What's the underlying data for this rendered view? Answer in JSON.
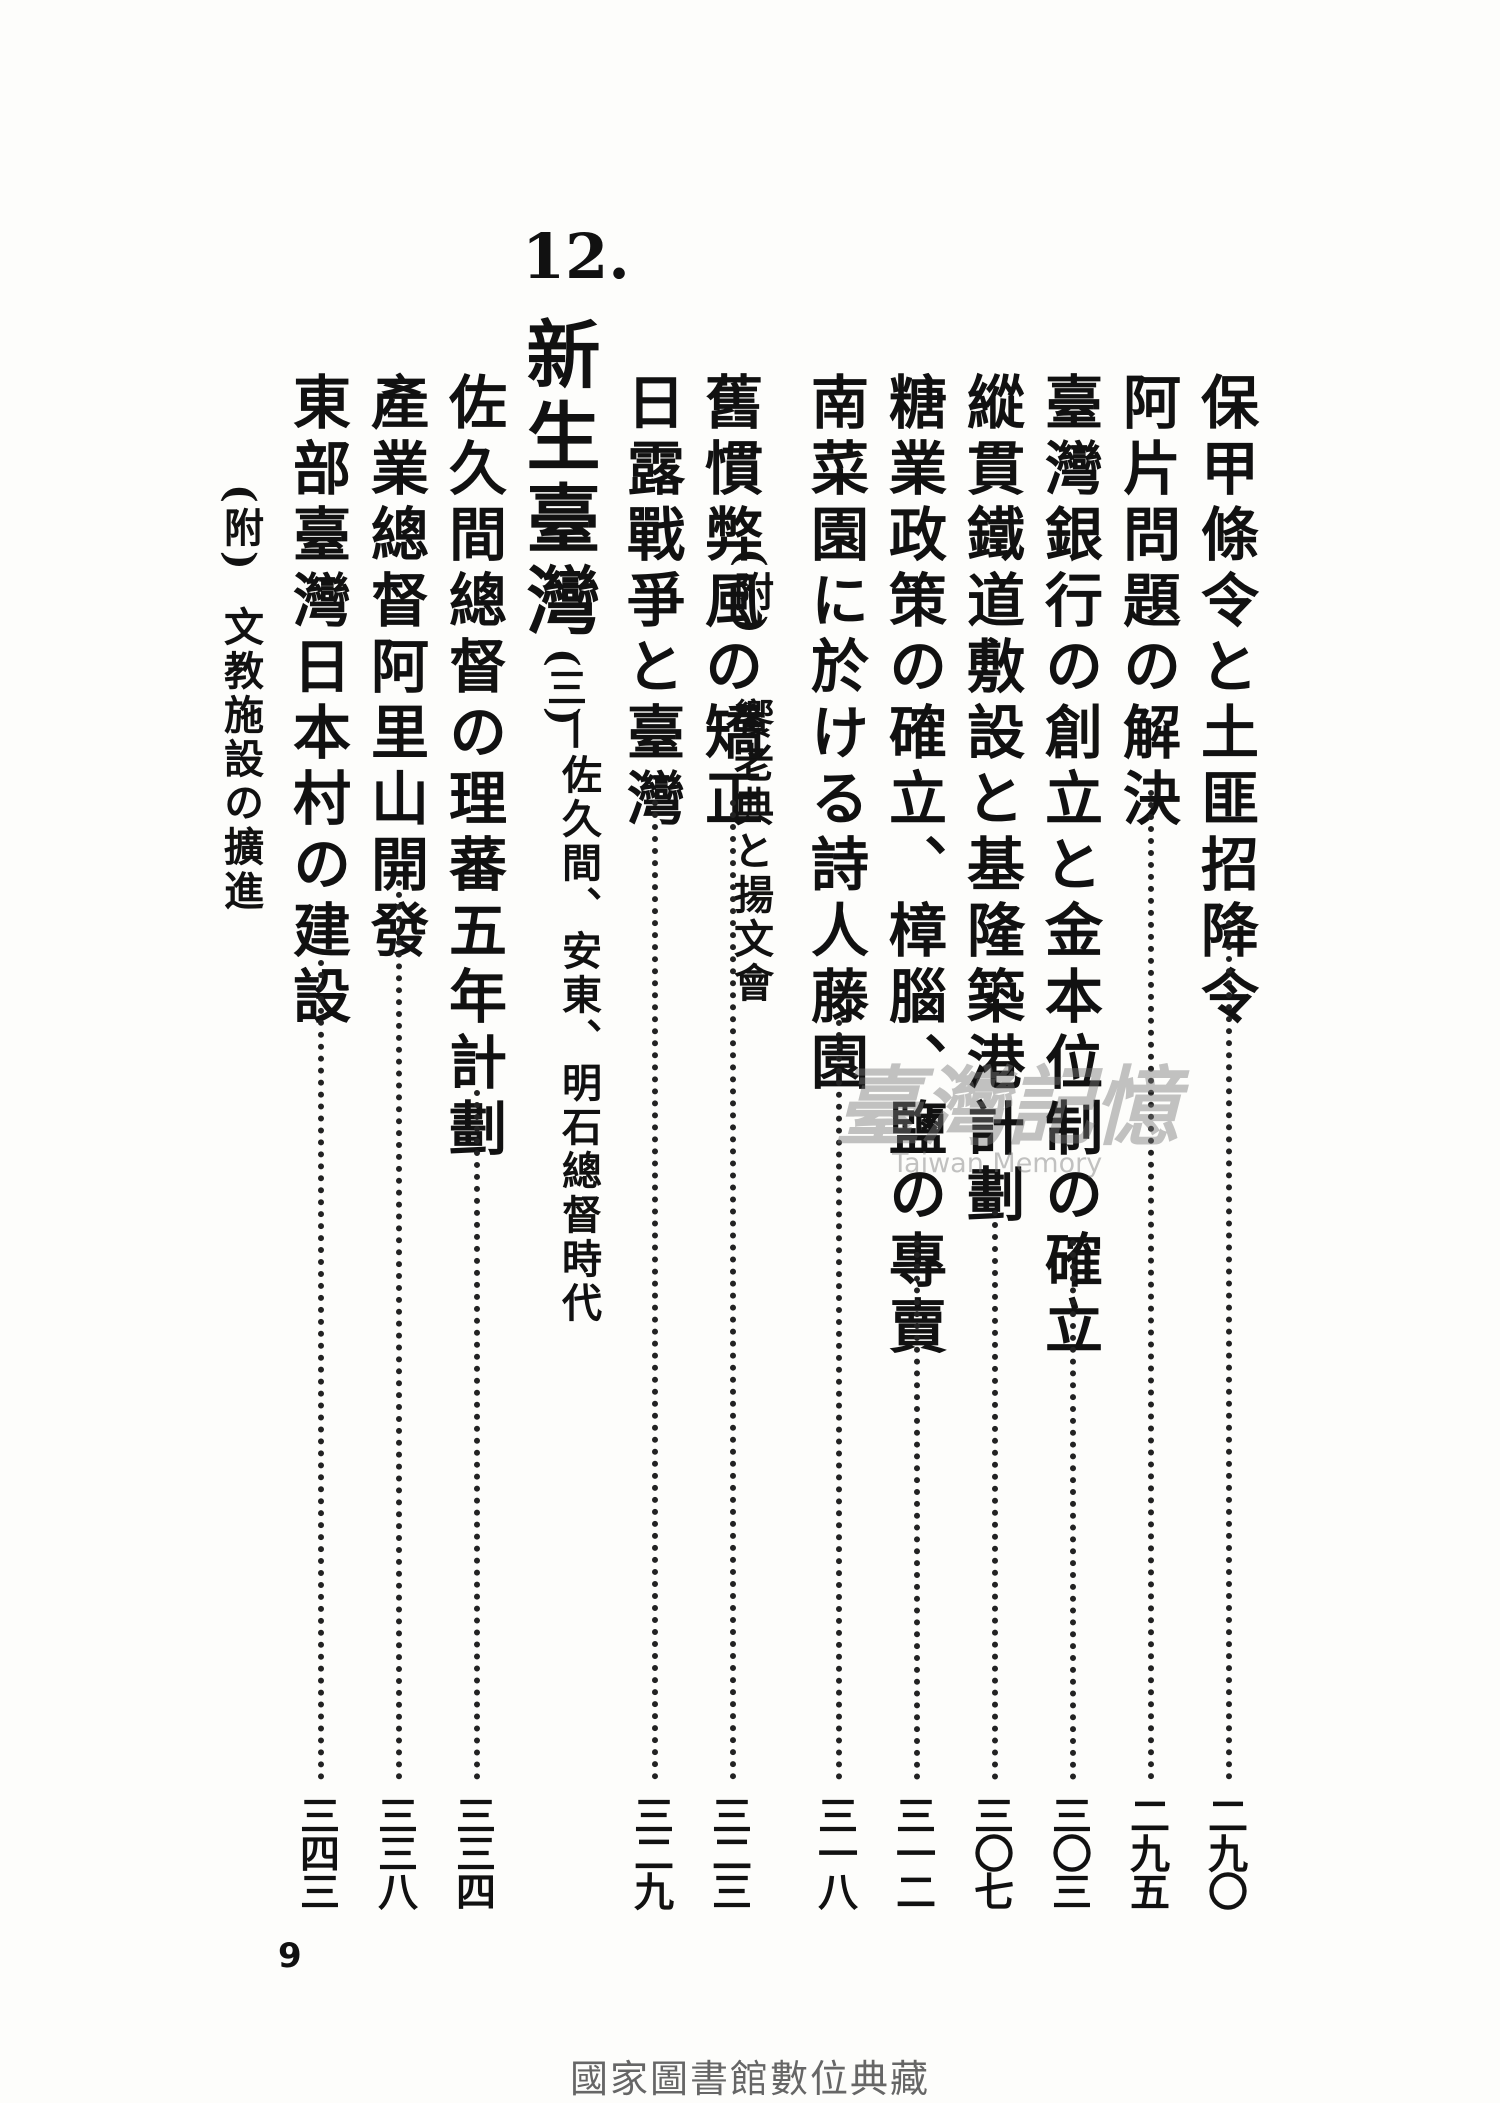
{
  "chapter": {
    "number": "12.",
    "title": "新生臺灣",
    "period_paren": "(三)",
    "period_text": "—佐久間、安東、明石總督時代"
  },
  "entries_before": [
    {
      "title": "保甲條令と土匪招降令",
      "page": "二九〇"
    },
    {
      "title": "阿片問題の解決",
      "page": "二九五"
    },
    {
      "title": "臺灣銀行の創立と金本位制の確立",
      "page": "三〇三"
    },
    {
      "title": "縱貫鐵道敷設と基隆築港計劃",
      "page": "三〇七"
    },
    {
      "title": "糖業政策の確立、樟腦、鹽の專賣",
      "page": "三一二"
    },
    {
      "title": "南菜園に於ける詩人藤園",
      "page": "三一八",
      "sub_prefix": "(附)",
      "sub": "饗老典と揚文會"
    }
  ],
  "entries_after": [
    {
      "title": "舊慣弊風の矯正",
      "page": "三二三"
    },
    {
      "title": "日露戰爭と臺灣",
      "page": "三二九"
    },
    {
      "title": "佐久間總督の理蕃五年計劃",
      "page": "三三四"
    },
    {
      "title": "產業總督阿里山開發",
      "page": "三三八"
    },
    {
      "title": "東部臺灣日本村の建設",
      "page": "三四三",
      "sub_prefix": "(附)",
      "sub": "文教施設の擴進"
    }
  ],
  "folio": "9",
  "watermark": {
    "main": "臺灣記憶",
    "sub": "Taiwan Memory"
  },
  "footer": "國家圖書館數位典藏"
}
